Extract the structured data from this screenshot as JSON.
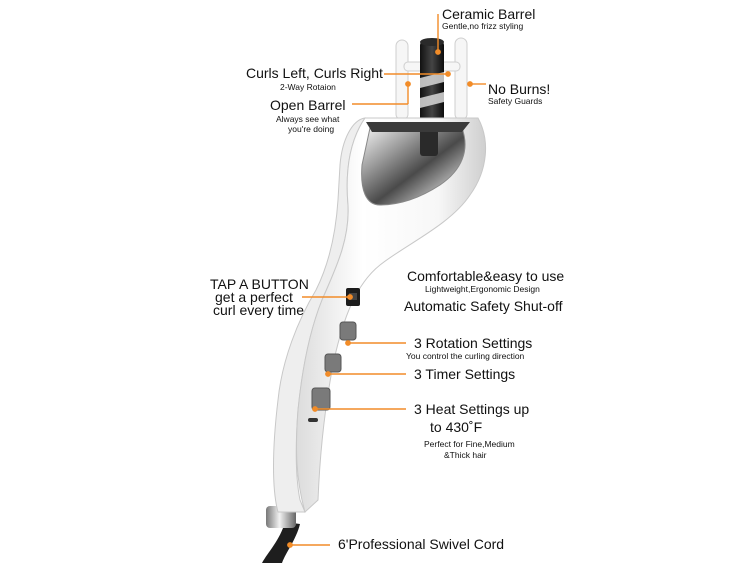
{
  "callouts": {
    "ceramic_barrel": {
      "title": "Ceramic Barrel",
      "sub": "Gentle,no frizz styling"
    },
    "curls_lr": {
      "title": "Curls Left, Curls Right",
      "sub": "2-Way Rotaion"
    },
    "no_burns": {
      "title": "No Burns!",
      "sub": "Safety Guards"
    },
    "open_barrel": {
      "title": "Open Barrel",
      "sub1": "Always see what",
      "sub2": "you're doing"
    },
    "tap_button": {
      "line1": "TAP A BUTTON",
      "line2": "get a perfect",
      "line3": "curl every time"
    },
    "comfortable": {
      "title": "Comfortable&easy to use",
      "sub": "Lightweight,Ergonomic Design"
    },
    "auto_shutoff": {
      "title": "Automatic Safety Shut-off"
    },
    "rotation": {
      "title": "3 Rotation Settings",
      "sub": "You control the curling direction"
    },
    "timer": {
      "title": "3 Timer Settings"
    },
    "heat": {
      "line1": "3 Heat Settings up",
      "line2": "to 430˚F",
      "sub1": "Perfect for Fine,Medium",
      "sub2": "&Thick hair"
    },
    "cord": {
      "title": "6'Professional Swivel Cord"
    }
  },
  "colors": {
    "accent": "#f28c28",
    "body": "#f4f4f4",
    "outline": "#c9c9c9",
    "dark": "#1c1c1c"
  }
}
